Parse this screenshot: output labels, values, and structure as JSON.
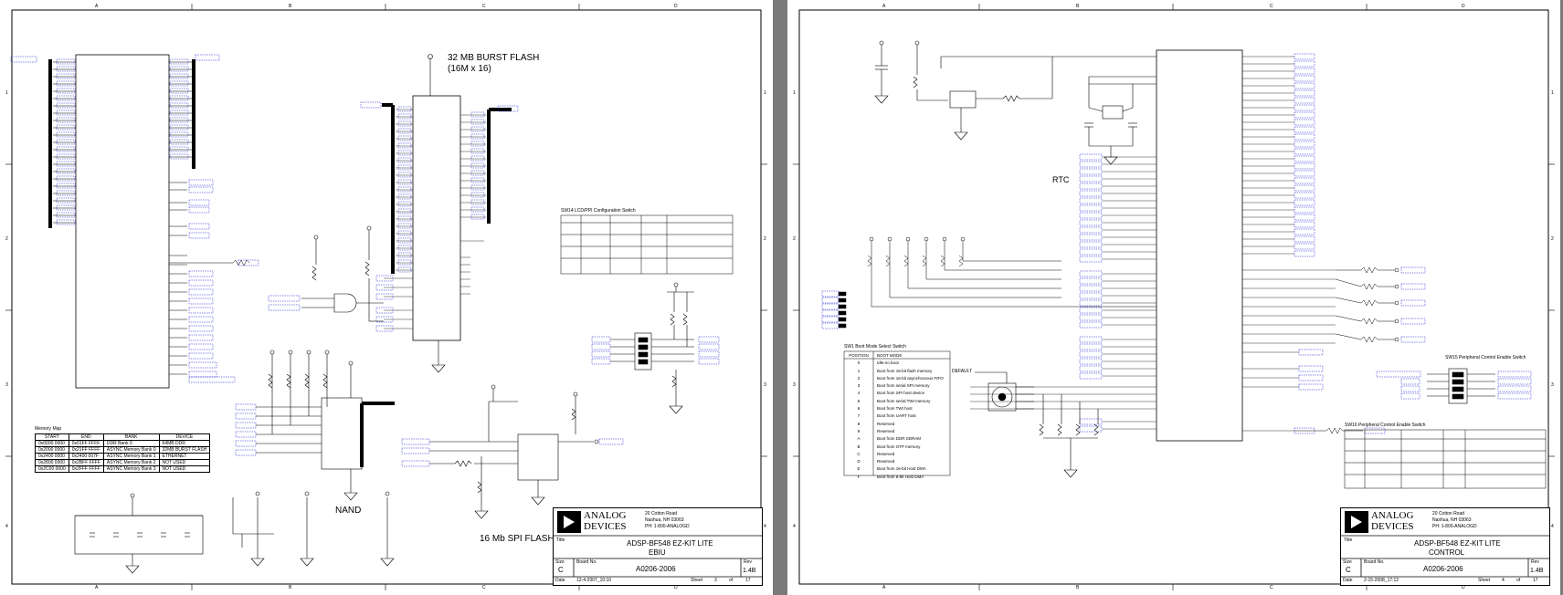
{
  "pages": [
    {
      "id": "ebiu",
      "zone_cols": [
        "A",
        "B",
        "C",
        "D"
      ],
      "zone_rows": [
        "1",
        "2",
        "3",
        "4"
      ],
      "labels": {
        "flash": "32 MB BURST FLASH",
        "flash_org": "(16M x 16)",
        "spi": "16 Mb SPI FLASH",
        "nand": "NAND",
        "dip_caption": "SW14 LCD/PPI Configuration Switch",
        "memmap_caption": "Memory Map"
      },
      "memory_map": {
        "headers": [
          "START",
          "END",
          "BANK",
          "DEVICE"
        ],
        "rows": [
          [
            "0x0000 0000",
            "0x01FF FFFF",
            "DDR Bank 0",
            "64MB DDR"
          ],
          [
            "0x2000 0000",
            "0x21FF FFFF",
            "ASYNC Memory Bank 0",
            "32MB BURST FLASH"
          ],
          [
            "0x2400 0000",
            "0x2400 007F",
            "ASYNC Memory Bank 1",
            "ETHERNET"
          ],
          [
            "0x2800 0000",
            "0x2BFF FFFF",
            "ASYNC Memory Bank 2",
            "NOT USED"
          ],
          [
            "0x2C00 0000",
            "0x2FFF FFFF",
            "ASYNC Memory Bank 3",
            "NOT USED"
          ]
        ]
      },
      "title_block": {
        "company": "ANALOG",
        "company2": "DEVICES",
        "address1": "20 Cotton Road",
        "address2": "Nashua, NH 03063",
        "phone": "PH: 1-800-ANALOGD",
        "title_label": "Title",
        "title": "ADSP-BF548 EZ-KIT LITE",
        "subtitle": "EBIU",
        "size_label": "Size",
        "size": "C",
        "board_label": "Board No.",
        "board": "A0206-2006",
        "rev_label": "Rev",
        "rev": "1.4B",
        "date_label": "Date",
        "date": "12-4-2007_10:10",
        "sheet_label": "Sheet",
        "sheet": "3",
        "of_label": "of",
        "total": "17"
      }
    },
    {
      "id": "control",
      "zone_cols": [
        "A",
        "B",
        "C",
        "D"
      ],
      "zone_rows": [
        "1",
        "2",
        "3",
        "4"
      ],
      "labels": {
        "rtc": "RTC",
        "default": "DEFAULT",
        "boot_caption": "SW1 Boot Mode Select Switch",
        "periph_caption": "SW16 Peripheral Control Enable Switch",
        "periph2_caption": "SW15 Peripheral Control Enable Switch"
      },
      "boot_table": {
        "headers": [
          "POSITION",
          "BOOT MODE"
        ],
        "rows": [
          [
            "0",
            "Idle-no boot"
          ],
          [
            "1",
            "Boot from 16-bit flash memory"
          ],
          [
            "2",
            "Boot from 16-bit asynchronous FIFO"
          ],
          [
            "3",
            "Boot from serial SPI memory"
          ],
          [
            "4",
            "Boot from SPI host device"
          ],
          [
            "5",
            "Boot from serial TWI memory"
          ],
          [
            "6",
            "Boot from TWI host"
          ],
          [
            "7",
            "Boot from UART host"
          ],
          [
            "8",
            "Reserved"
          ],
          [
            "9",
            "Reserved"
          ],
          [
            "A",
            "Boot from DDR SDRAM"
          ],
          [
            "B",
            "Boot from OTP memory"
          ],
          [
            "C",
            "Reserved"
          ],
          [
            "D",
            "Reserved"
          ],
          [
            "E",
            "Boot from 16-bit Host DMA"
          ],
          [
            "F",
            "Boot from 8-bit Host DMA"
          ]
        ]
      },
      "title_block": {
        "company": "ANALOG",
        "company2": "DEVICES",
        "address1": "20 Cotton Road",
        "address2": "Nashua, NH 03063",
        "phone": "PH: 1-800-ANALOGD",
        "title_label": "Title",
        "title": "ADSP-BF548 EZ-KIT LITE",
        "subtitle": "CONTROL",
        "size_label": "Size",
        "size": "C",
        "board_label": "Board No.",
        "board": "A0206-2006",
        "rev_label": "Rev",
        "rev": "1.4B",
        "date_label": "Date",
        "date": "2-15-2008_17:12",
        "sheet_label": "Sheet",
        "sheet": "4",
        "of_label": "of",
        "total": "17"
      }
    }
  ],
  "colors": {
    "net_label": "#1a1ad6",
    "wire": "#000000",
    "viewer_background": "#7a7a7a",
    "sheet": "#ffffff"
  }
}
